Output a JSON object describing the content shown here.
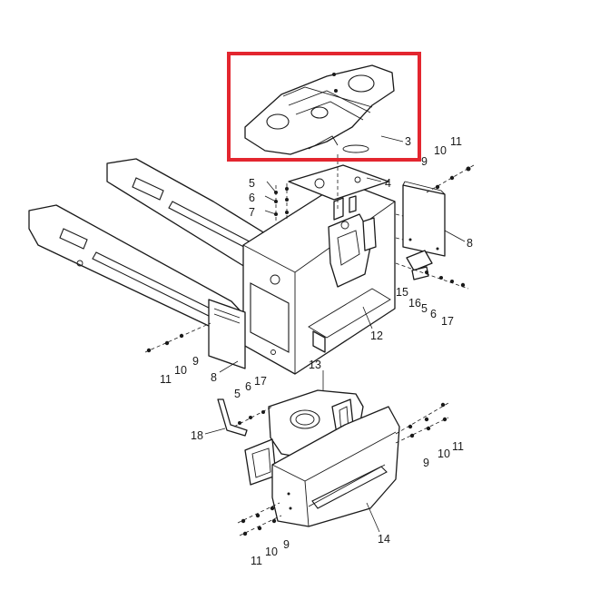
{
  "highlight": {
    "color": "#e3262f"
  },
  "labels": {
    "cover": "3",
    "plate": "4",
    "washer_top": "5",
    "nut_top": "6",
    "pin_top": "7",
    "cover_plate_right": "8",
    "cover_plate_left": "8",
    "washer_tr": "9",
    "bolt_10_tr": "10",
    "bolt_11_tr": "11",
    "frame": "12",
    "handle_bracket": "13",
    "rear_cover": "14",
    "item_15": "15",
    "item_16": "16",
    "item_5_mid": "5",
    "item_6_mid": "6",
    "item_17_mid": "17",
    "item_9_left": "9",
    "item_10_left": "10",
    "item_11_left": "11",
    "item_5_low": "5",
    "item_6_low": "6",
    "item_17_low": "17",
    "item_18": "18",
    "item_9_right_low": "9",
    "item_10_right_low": "10",
    "item_11_right_low": "11",
    "item_9_bottom": "9",
    "item_10_bottom": "10",
    "item_11_bottom": "11"
  }
}
